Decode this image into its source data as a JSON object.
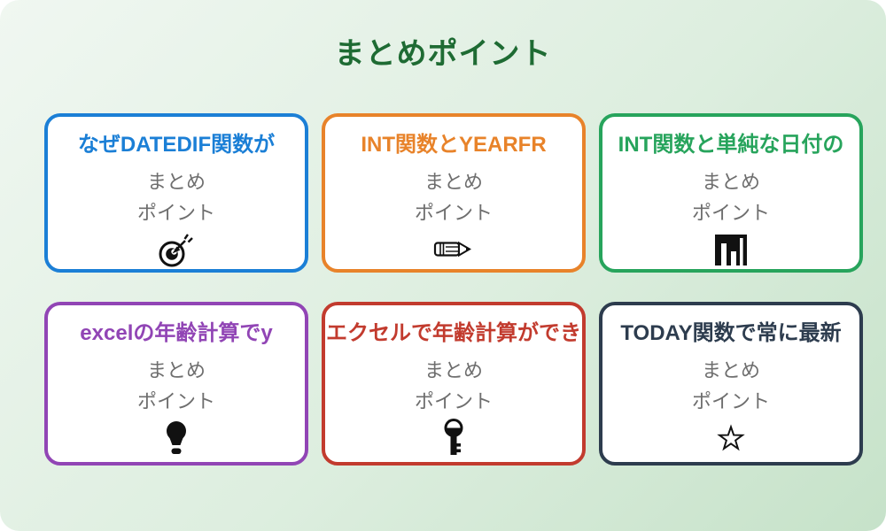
{
  "page": {
    "title": "まとめポイント",
    "title_color": "#1e6b33",
    "background_gradient": {
      "start": "#f0f7f1",
      "end": "#c6e2c9"
    }
  },
  "subtitle": {
    "line1": "まとめ",
    "line2": "ポイント"
  },
  "cards": [
    {
      "title": "なぜDATEDIF関数が",
      "accent": "#1b7fd6",
      "icon": "target-dart-icon"
    },
    {
      "title": "INT関数とYEARFR",
      "accent": "#e8832a",
      "icon": "pencil-icon"
    },
    {
      "title": "INT関数と単純な日付の",
      "accent": "#27a45c",
      "icon": "bar-chart-icon"
    },
    {
      "title": "excelの年齢計算でy",
      "accent": "#9145b5",
      "icon": "lightbulb-icon"
    },
    {
      "title": "エクセルで年齢計算ができ",
      "accent": "#c23b2e",
      "icon": "key-icon"
    },
    {
      "title": "TODAY関数で常に最新",
      "accent": "#2d3c4e",
      "icon": "star-icon"
    }
  ]
}
